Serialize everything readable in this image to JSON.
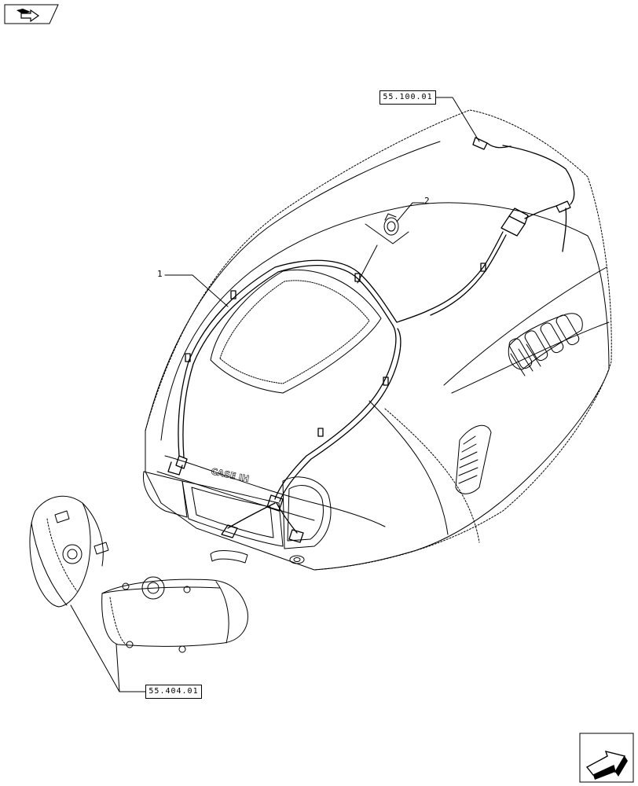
{
  "references": {
    "top": "55.100.01",
    "bottom": "55.404.01"
  },
  "callouts": {
    "harness": "1",
    "connector": "2"
  },
  "hood": {
    "logo": "CASE IH"
  },
  "icons": {
    "top_left": "book-arrow-icon",
    "bottom_right": "next-page-arrow-icon"
  }
}
